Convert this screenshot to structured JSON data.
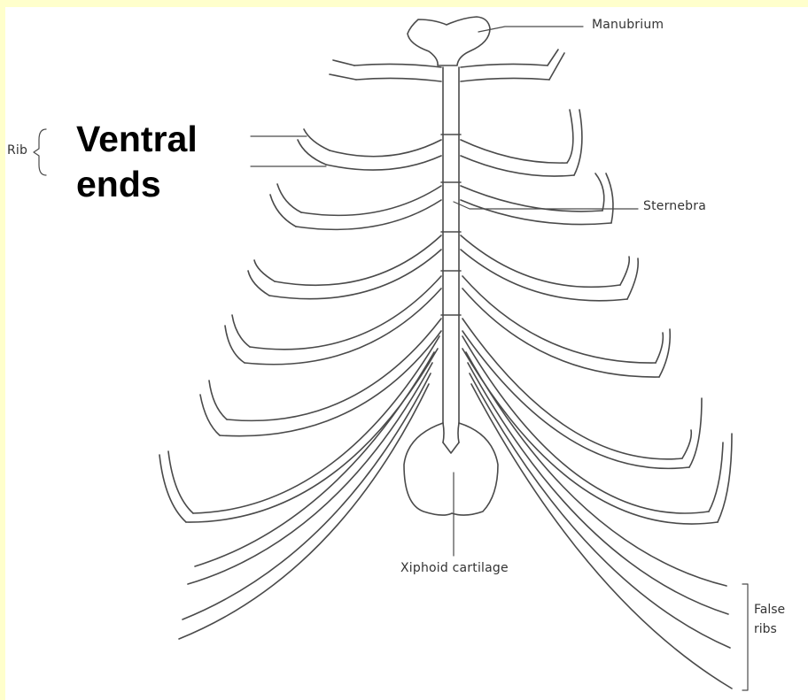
{
  "labels": {
    "manubrium": "Manubrium",
    "sternebra": "Sternebra",
    "xiphoid": "Xiphoid cartilage",
    "rib": "Rib",
    "false_ribs_line1": "False",
    "false_ribs_line2": "ribs",
    "ventral_line1": "Ventral",
    "ventral_line2": "ends"
  },
  "colors": {
    "line": "#4a4a4a",
    "frame": "#ffffcc",
    "overlay_text": "#000000"
  }
}
